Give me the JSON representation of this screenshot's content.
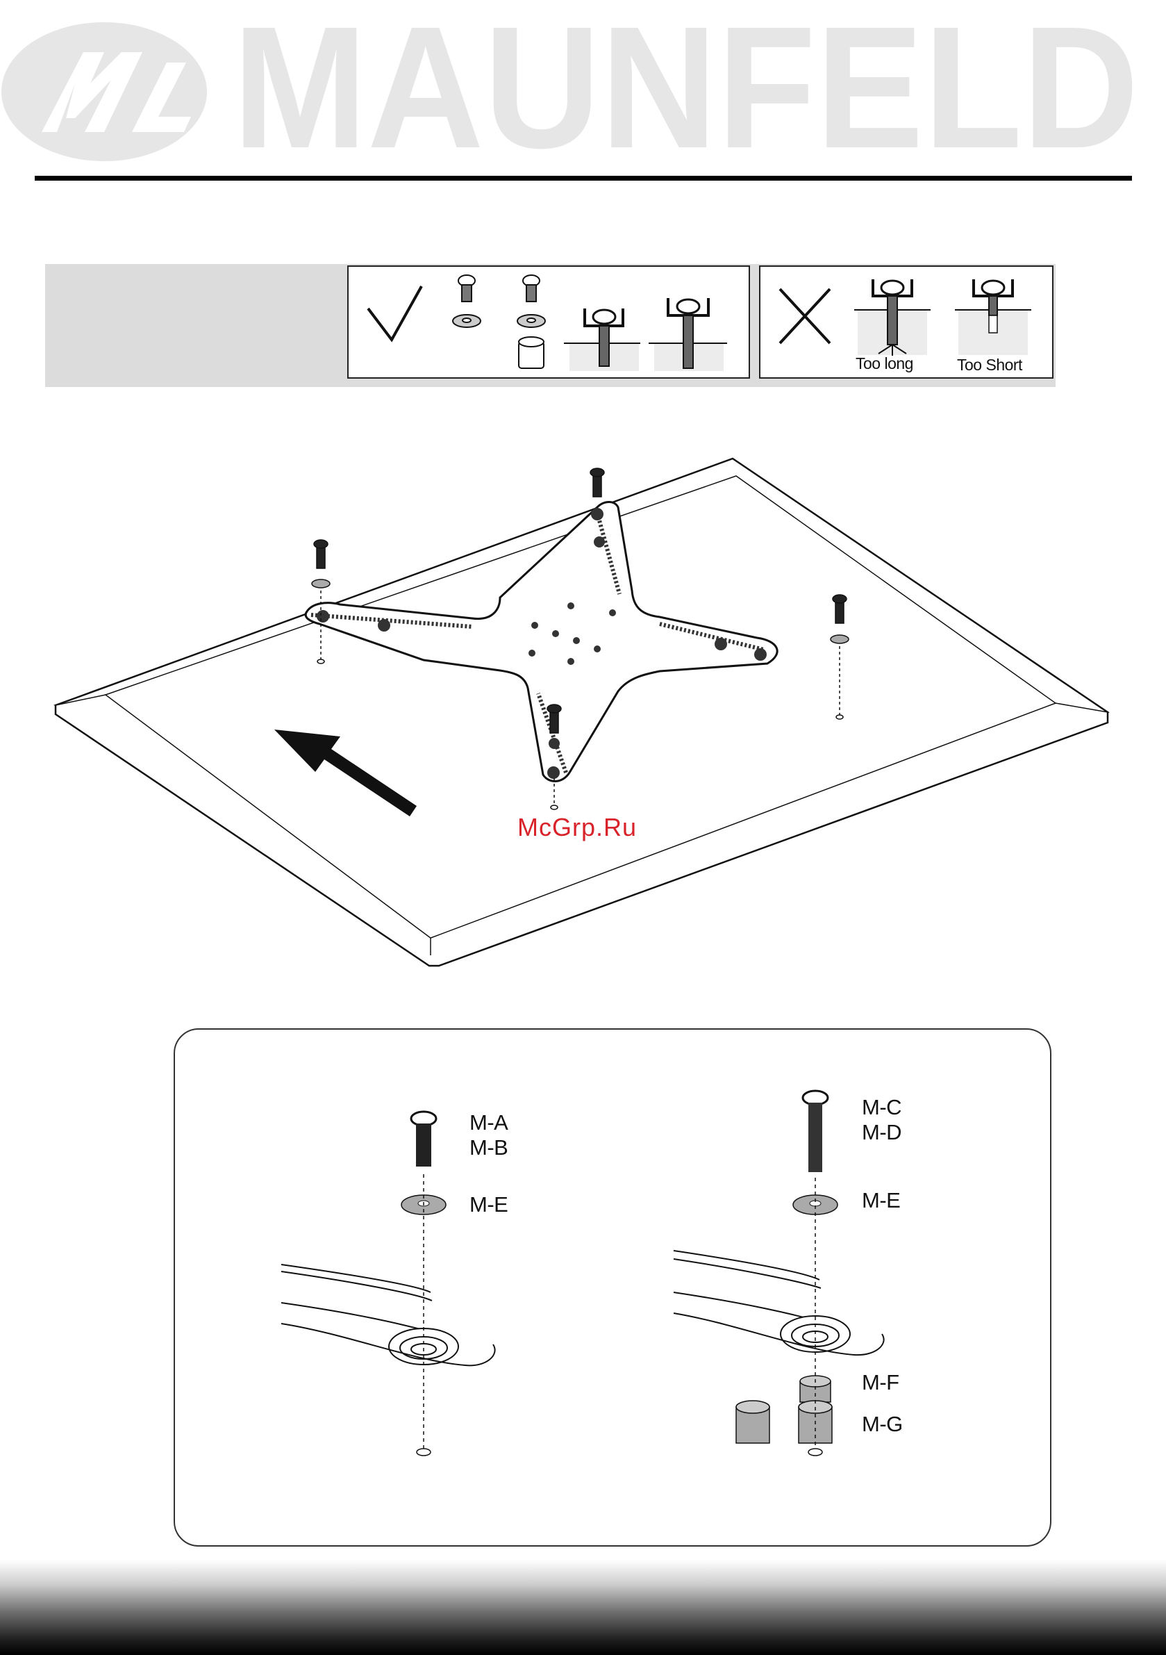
{
  "brand": {
    "name": "MAUNFELD",
    "logo_color": "#e6e6e6"
  },
  "screw_guide": {
    "correct_mark": "check-icon",
    "wrong_mark": "cross-icon",
    "too_long_label": "Too long",
    "too_short_label": "Too Short"
  },
  "main_illustration": {
    "description_icon": "mount-bracket-on-tv-back",
    "arrow_icon": "direction-arrow-icon"
  },
  "watermark": {
    "text": "McGrp.Ru",
    "color": "#d8232a"
  },
  "detail": {
    "left": {
      "screw_labels": [
        "M-A",
        "M-B"
      ],
      "washer_label": "M-E"
    },
    "right": {
      "screw_labels": [
        "M-C",
        "M-D"
      ],
      "washer_label": "M-E",
      "spacer_small_label": "M-F",
      "spacer_large_label": "M-G"
    }
  }
}
